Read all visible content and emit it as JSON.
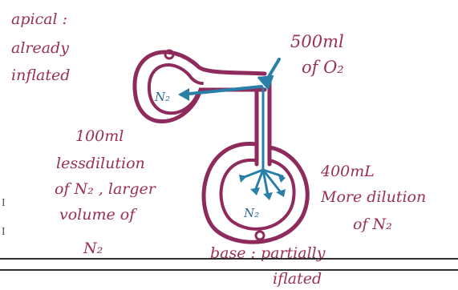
{
  "annotations": {
    "apical_line1": "apical :",
    "apical_line2": "already",
    "apical_line3": "inflated",
    "oxygen_line1": "500ml",
    "oxygen_line2": "of O₂",
    "left_line1": "100ml",
    "left_line2": "lessdilution",
    "left_line3": "of N₂ , larger",
    "left_line4": "volume of",
    "left_line5": "N₂",
    "right_line1": "400mL",
    "right_line2": "More dilution",
    "right_line3": "of N₂",
    "bottom_line1": "base : partially",
    "bottom_line2": "iflated"
  },
  "labels": {
    "n2_upper": "N₂",
    "n2_lower": "N₂"
  },
  "margin_fragments": {
    "frag1": "I",
    "frag2": "I"
  },
  "colors": {
    "lung_outline": "#8e2b5c",
    "gas_arrows": "#2a7fa8",
    "pink_text": "#9a2f57",
    "blue_text": "#2a6b98",
    "rule": "#2e2e2e"
  }
}
